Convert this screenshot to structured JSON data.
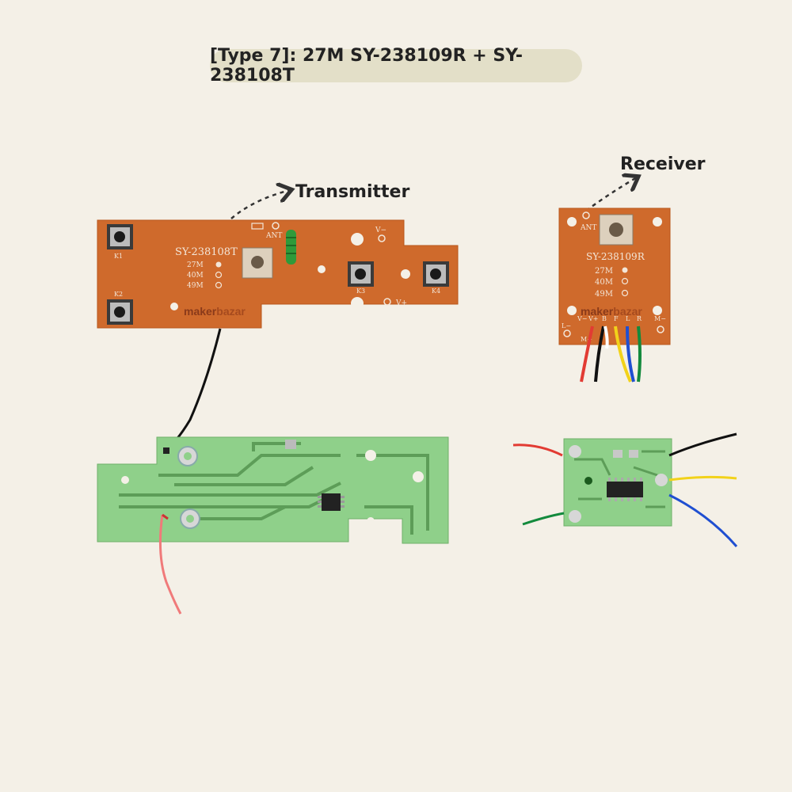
{
  "title": "[Type 7]: 27M SY-238109R + SY-238108T",
  "labels": {
    "transmitter": "Transmitter",
    "receiver": "Receiver"
  },
  "transmitter_board": {
    "model": "SY-238108T",
    "ant": "ANT",
    "v_minus": "V−",
    "v_plus": "V+",
    "keys": [
      "K1",
      "K2",
      "K3",
      "K4"
    ],
    "freqs": [
      "27M",
      "40M",
      "49M"
    ],
    "selected_freq": "27M"
  },
  "receiver_board": {
    "model": "SY-238109R",
    "ant": "ANT",
    "freqs": [
      "27M",
      "40M",
      "49M"
    ],
    "selected_freq": "27M",
    "pins": [
      "V−",
      "V+",
      "B",
      "F",
      "L",
      "R"
    ],
    "side_left": "L−",
    "side_right": "M−",
    "bottom_left": "M+"
  },
  "watermark": {
    "part1": "maker",
    "part2": "bazar"
  },
  "colors": {
    "background": "#f4f0e7",
    "pcb_brown": "#cf6a2c",
    "pcb_green": "#8fd08a",
    "wire_red": "#e23b33",
    "wire_black": "#111111",
    "wire_yellow": "#f2d21a",
    "wire_blue": "#1f4fd1",
    "wire_green": "#138a3d"
  }
}
